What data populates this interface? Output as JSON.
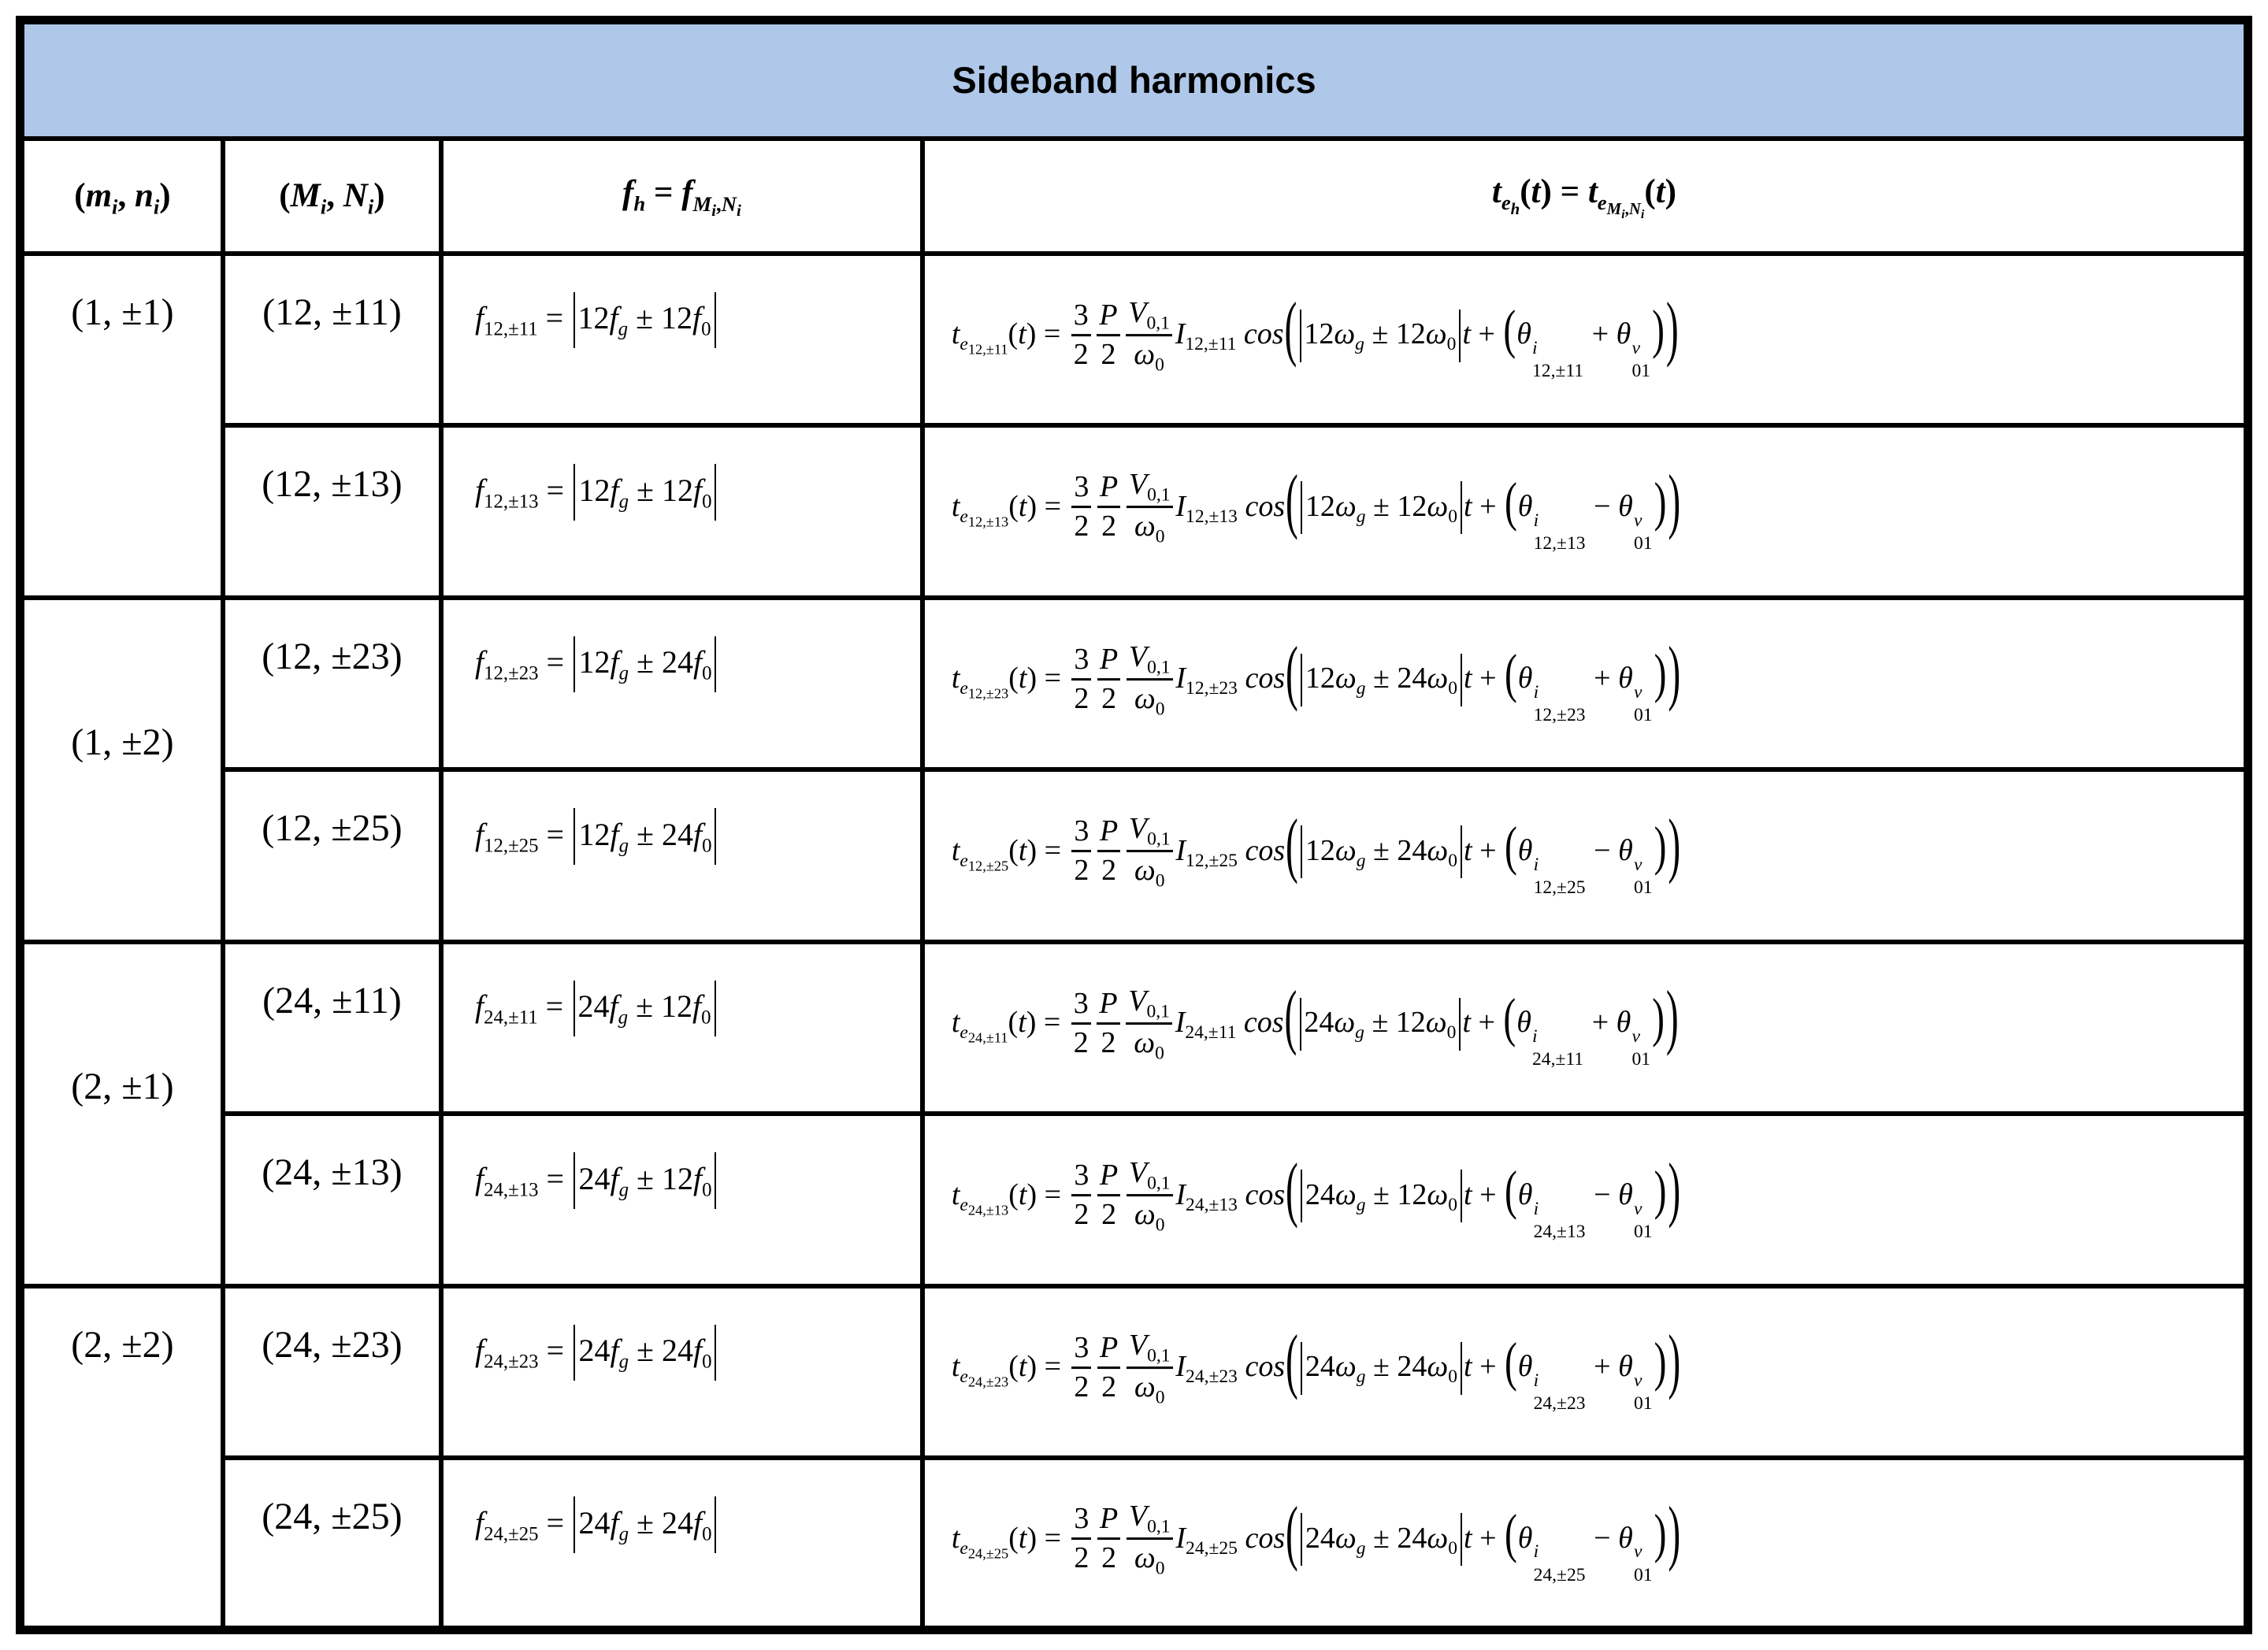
{
  "title": "Sideband harmonics",
  "colors": {
    "title_bg": "#AFC7E8",
    "border": "#000000",
    "background": "#FFFFFF"
  },
  "header": {
    "col_mn": "(m_{i}, n_{i})",
    "col_MN": "(M_{i}, N_{i})",
    "col_f": "f_{h} = f_{M_{i},N_{i}}",
    "col_t": "t_{e_{h}}(t) = t_{e_{M_{i},N_{i}}}(t)"
  },
  "rows": [
    {
      "group": "(1, ±1)",
      "group_rows": 2,
      "group_align": "top",
      "MN": "(12, ±11)",
      "f": "f_{12,±11} = \\v{12f_{g} ± 12f_{0}}",
      "t": "t_{e_{12,±11}}(t) = \\f{3}{2}\\f{P}{2}\\f{V_{0,1}}{ω_{0}}I_{12,±11} cos\\B{\\v{12ω_{g} ± 12ω_{0}}t + \\b{θ\\s{i}{12,±11} + θ\\s{v}{01}}}"
    },
    {
      "MN": "(12, ±13)",
      "f": "f_{12,±13} = \\v{12f_{g} ± 12f_{0}}",
      "t": "t_{e_{12,±13}}(t) = \\f{3}{2}\\f{P}{2}\\f{V_{0,1}}{ω_{0}}I_{12,±13} cos\\B{\\v{12ω_{g} ± 12ω_{0}}t + \\b{θ\\s{i}{12,±13} − θ\\s{v}{01}}}"
    },
    {
      "group": "(1, ±2)",
      "group_rows": 2,
      "group_align": "mid",
      "MN": "(12, ±23)",
      "f": "f_{12,±23} = \\v{12f_{g} ± 24f_{0}}",
      "t": "t_{e_{12,±23}}(t) = \\f{3}{2}\\f{P}{2}\\f{V_{0,1}}{ω_{0}}I_{12,±23} cos\\B{\\v{12ω_{g} ± 24ω_{0}}t + \\b{θ\\s{i}{12,±23} + θ\\s{v}{01}}}"
    },
    {
      "MN": "(12, ±25)",
      "f": "f_{12,±25} = \\v{12f_{g} ± 24f_{0}}",
      "t": "t_{e_{12,±25}}(t) = \\f{3}{2}\\f{P}{2}\\f{V_{0,1}}{ω_{0}}I_{12,±25} cos\\B{\\v{12ω_{g} ± 24ω_{0}}t + \\b{θ\\s{i}{12,±25} − θ\\s{v}{01}}}"
    },
    {
      "group": "(2, ±1)",
      "group_rows": 2,
      "group_align": "mid",
      "MN": "(24, ±11)",
      "f": "f_{24,±11} = \\v{24f_{g} ± 12f_{0}}",
      "t": "t_{e_{24,±11}}(t) = \\f{3}{2}\\f{P}{2}\\f{V_{0,1}}{ω_{0}}I_{24,±11} cos\\B{\\v{24ω_{g} ± 12ω_{0}}t + \\b{θ\\s{i}{24,±11} + θ\\s{v}{01}}}"
    },
    {
      "MN": "(24, ±13)",
      "f": "f_{24,±13} = \\v{24f_{g} ± 12f_{0}}",
      "t": "t_{e_{24,±13}}(t) = \\f{3}{2}\\f{P}{2}\\f{V_{0,1}}{ω_{0}}I_{24,±13} cos\\B{\\v{24ω_{g} ± 12ω_{0}}t + \\b{θ\\s{i}{24,±13} − θ\\s{v}{01}}}"
    },
    {
      "group": "(2, ±2)",
      "group_rows": 2,
      "group_align": "top",
      "MN": "(24, ±23)",
      "f": "f_{24,±23} = \\v{24f_{g} ± 24f_{0}}",
      "t": "t_{e_{24,±23}}(t) = \\f{3}{2}\\f{P}{2}\\f{V_{0,1}}{ω_{0}}I_{24,±23} cos\\B{\\v{24ω_{g} ± 24ω_{0}}t + \\b{θ\\s{i}{24,±23} + θ\\s{v}{01}}}"
    },
    {
      "MN": "(24, ±25)",
      "f": "f_{24,±25} = \\v{24f_{g} ± 24f_{0}}",
      "t": "t_{e_{24,±25}}(t) = \\f{3}{2}\\f{P}{2}\\f{V_{0,1}}{ω_{0}}I_{24,±25} cos\\B{\\v{24ω_{g} ± 24ω_{0}}t + \\b{θ\\s{i}{24,±25} − θ\\s{v}{01}}}"
    }
  ]
}
